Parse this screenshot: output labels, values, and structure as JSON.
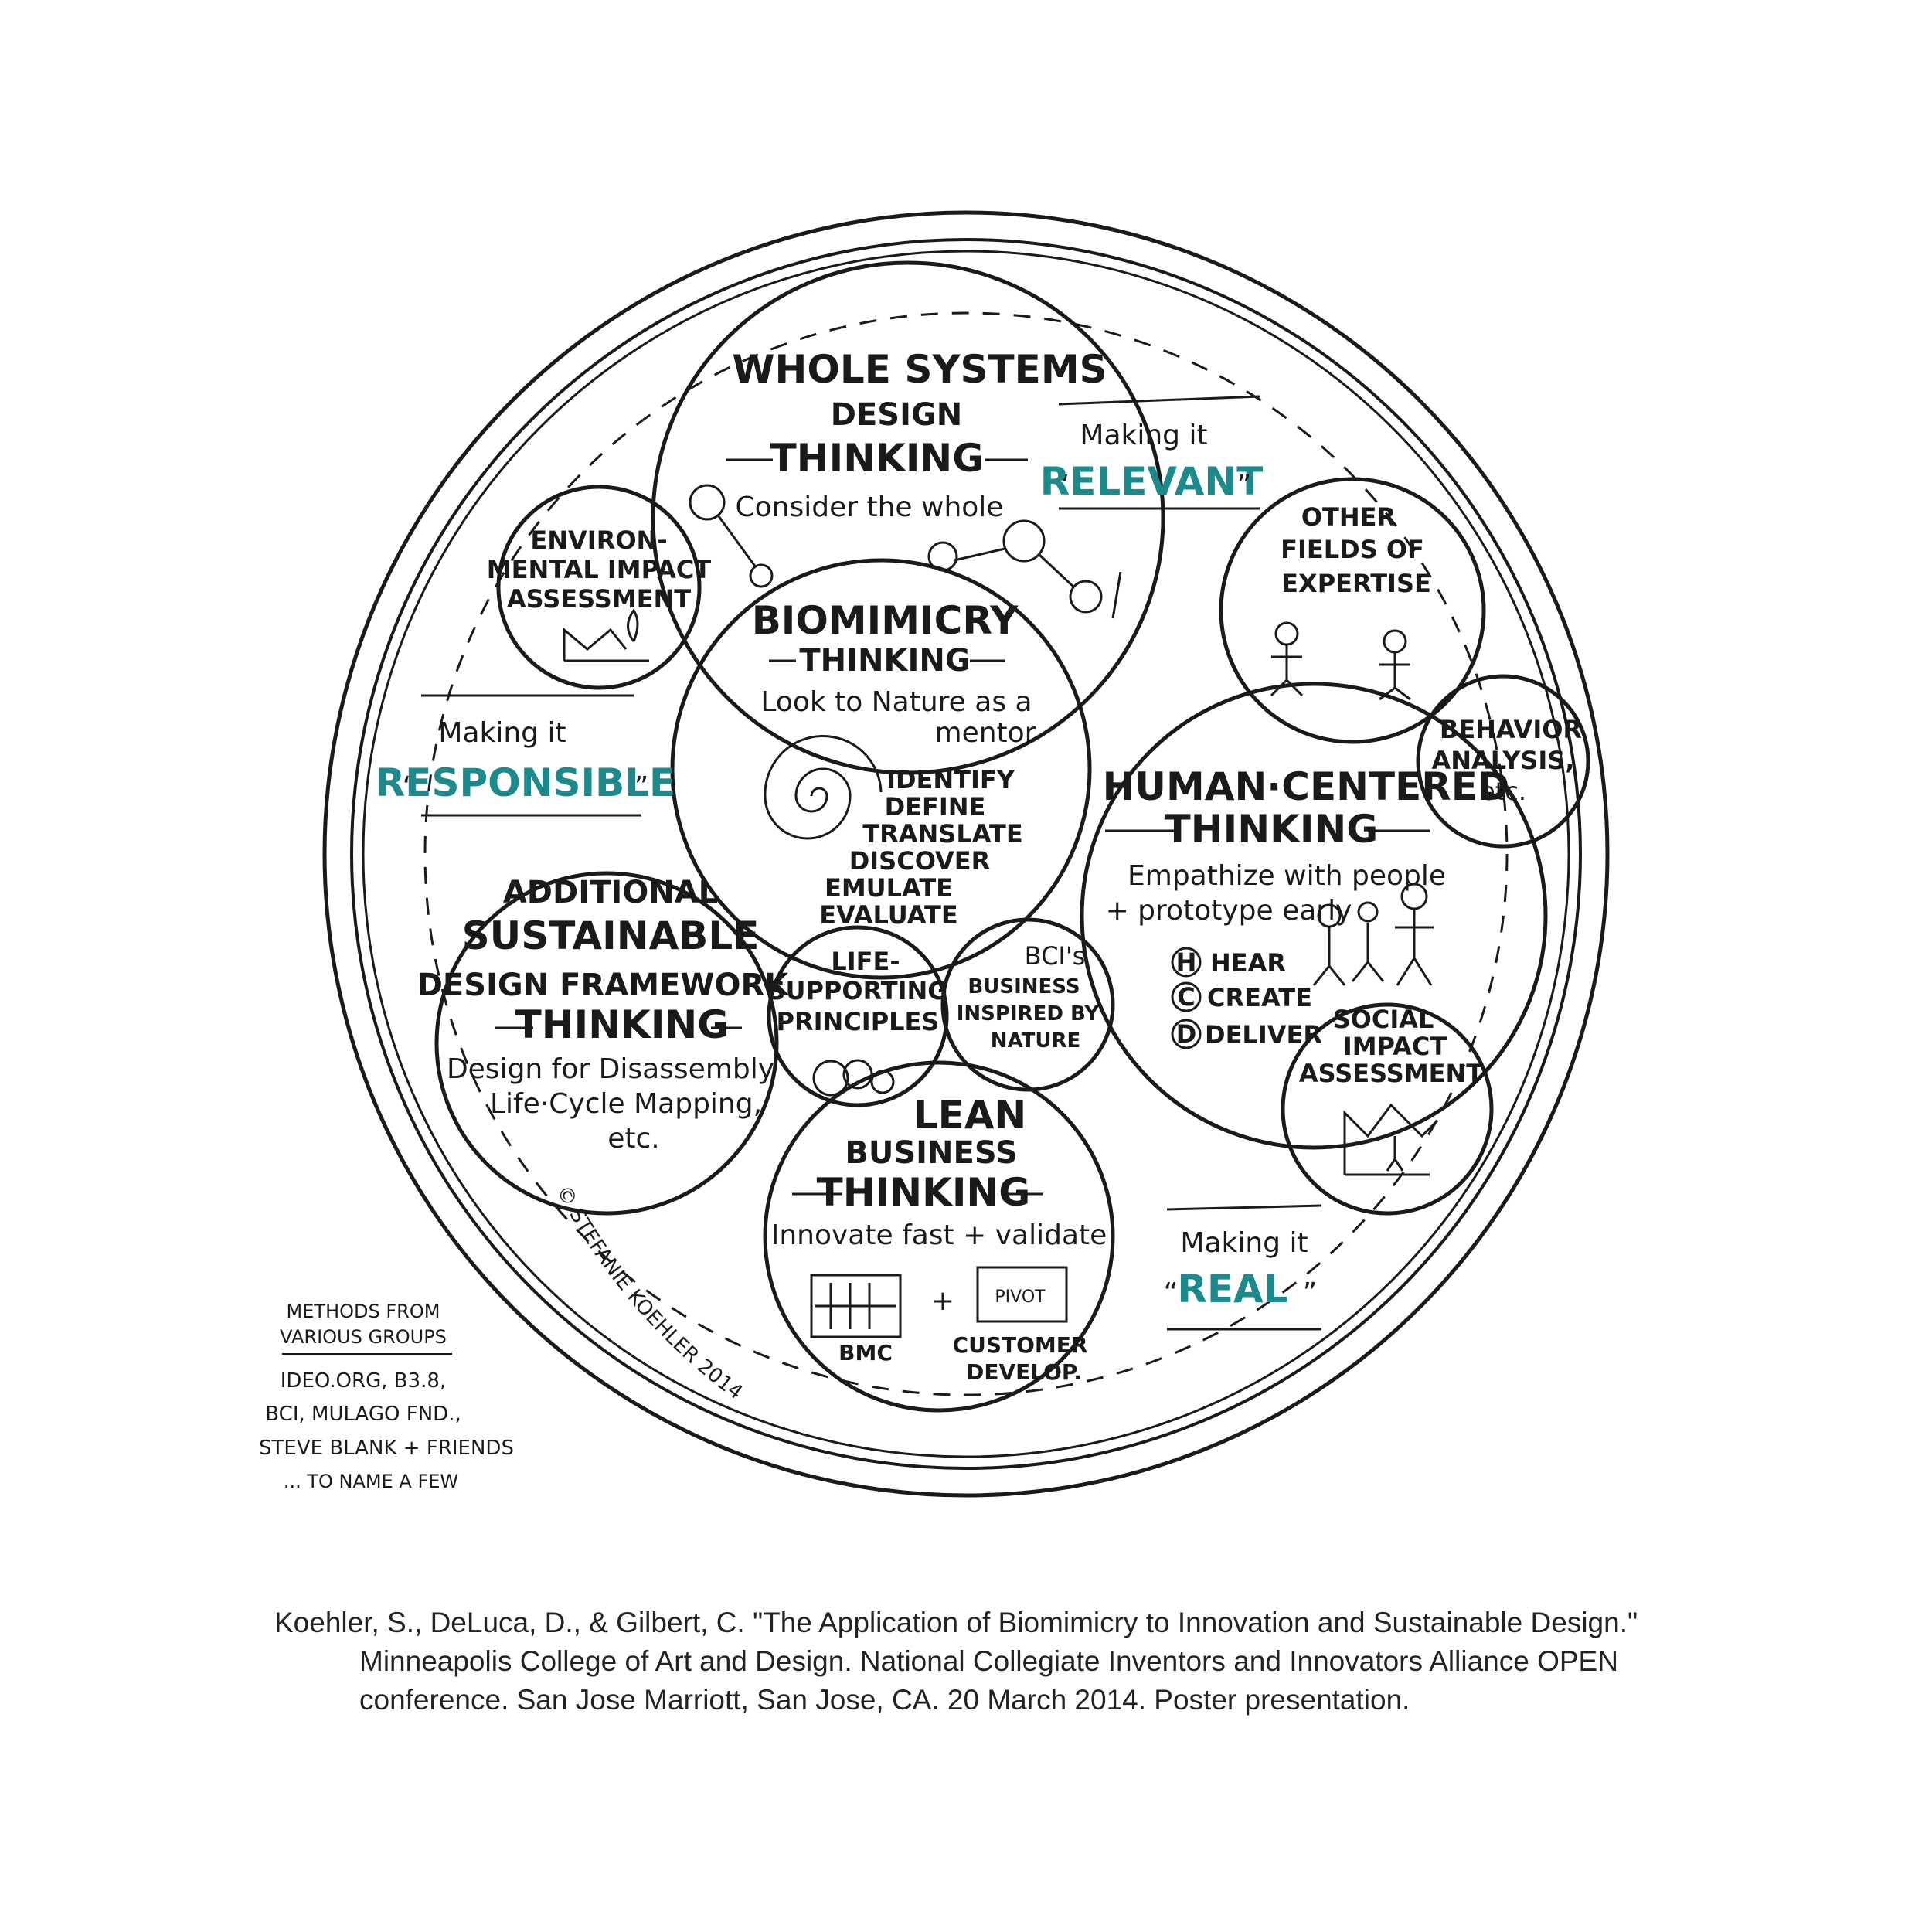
{
  "colors": {
    "ink": "#1a1a1a",
    "accent": "#1c8a8c",
    "background": "#ffffff"
  },
  "whole_systems": {
    "line1": "WHOLE SYSTEMS",
    "line2": "DESIGN",
    "line3": "THINKING",
    "desc": "Consider the whole"
  },
  "biomimicry": {
    "line1": "BIOMIMICRY",
    "line2": "THINKING",
    "desc1": "Look to Nature as a",
    "desc2": "mentor",
    "steps": [
      "IDENTIFY",
      "DEFINE",
      "TRANSLATE",
      "DISCOVER",
      "EMULATE",
      "EVALUATE"
    ],
    "icon": "spiral-shell-icon"
  },
  "environmental": {
    "line1": "ENVIRON-",
    "line2": "MENTAL IMPACT",
    "line3": "ASSESSMENT",
    "icon": "landscape-icon"
  },
  "other_fields": {
    "line1": "OTHER",
    "line2": "FIELDS OF",
    "line3": "EXPERTISE",
    "icon": "people-icon"
  },
  "behavior": {
    "line1": "BEHAVIOR",
    "line2": "ANALYSIS,",
    "line3": "etc."
  },
  "human_centered": {
    "line1": "HUMAN·CENTERED",
    "line2": "THINKING",
    "desc1": "Empathize with people",
    "desc2": "+ prototype early",
    "hcd": [
      {
        "letter": "H",
        "word": "HEAR"
      },
      {
        "letter": "C",
        "word": "CREATE"
      },
      {
        "letter": "D",
        "word": "DELIVER"
      }
    ],
    "icon": "people-icon"
  },
  "social_impact": {
    "line1": "SOCIAL",
    "line2": "IMPACT",
    "line3": "ASSESSMENT",
    "icon": "person-landscape-icon"
  },
  "additional": {
    "line1": "ADDITIONAL",
    "line2": "SUSTAINABLE",
    "line3": "DESIGN FRAMEWORK",
    "line4": "THINKING",
    "desc1": "Design for Disassembly",
    "desc2": "Life·Cycle Mapping,",
    "desc3": "etc."
  },
  "life_supporting": {
    "line1": "LIFE-",
    "line2": "SUPPORTING",
    "line3": "PRINCIPLES"
  },
  "bci": {
    "line1": "BCI's",
    "line2": "BUSINESS",
    "line3": "INSPIRED BY",
    "line4": "NATURE"
  },
  "lean": {
    "line1": "LEAN",
    "line2": "BUSINESS",
    "line3": "THINKING",
    "desc": "Innovate fast + validate",
    "bmc": "BMC",
    "plus": "+",
    "pivot": "PIVOT",
    "customer1": "CUSTOMER",
    "customer2": "DEVELOP."
  },
  "making_relevant": {
    "prefix": "Making it",
    "open_quote": "“",
    "word": "RELEVANT",
    "close_quote": "”"
  },
  "making_responsible": {
    "prefix": "Making it",
    "open_quote": "“",
    "word": "RESPONSIBLE",
    "close_quote": "”"
  },
  "making_real": {
    "prefix": "Making it",
    "open_quote": "“",
    "word": "REAL",
    "close_quote": "”"
  },
  "copyright": "© STEFANIE KOEHLER 2014",
  "methods": {
    "line1": "METHODS FROM",
    "line2": "VARIOUS GROUPS",
    "line3": "IDEO.ORG, B3.8,",
    "line4": "BCI, MULAGO FND.,",
    "line5": "STEVE BLANK + FRIENDS",
    "line6": "... TO NAME A FEW"
  },
  "citation": {
    "line1": "Koehler, S., DeLuca, D., & Gilbert, C. \"The Application of Biomimicry to Innovation and Sustainable Design.\"",
    "line2": "Minneapolis College of Art and Design. National Collegiate Inventors and Innovators Alliance OPEN",
    "line3": "conference. San Jose Marriott, San Jose, CA. 20 March 2014. Poster presentation."
  }
}
